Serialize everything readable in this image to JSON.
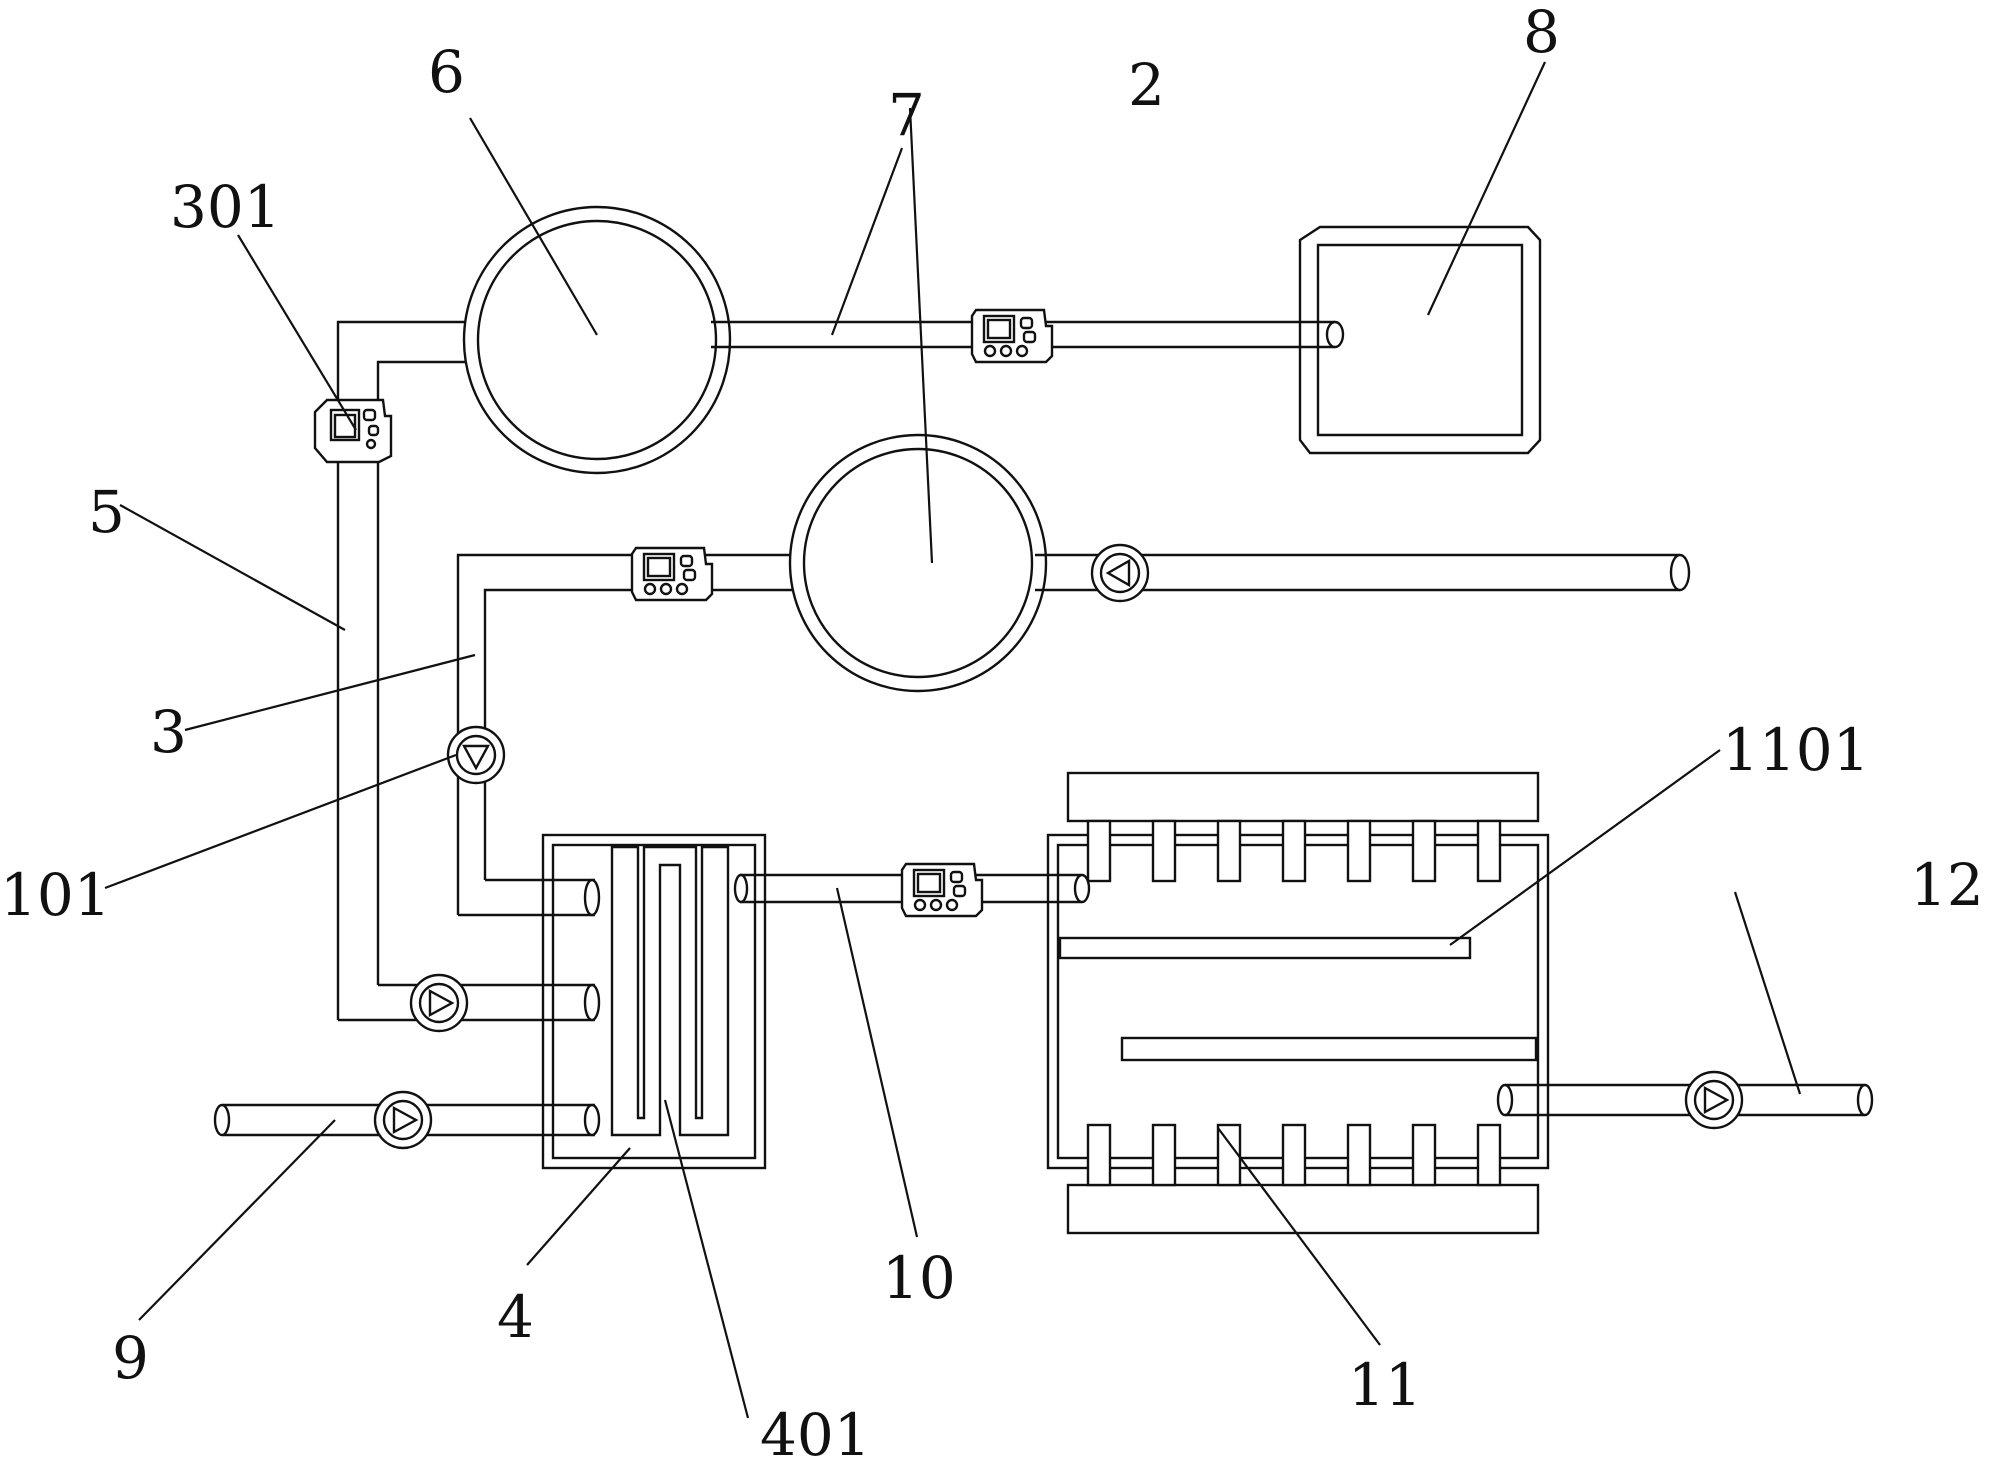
{
  "diagram": {
    "labels": {
      "l2": "2",
      "l3": "3",
      "l4": "4",
      "l5": "5",
      "l6": "6",
      "l7": "7",
      "l8": "8",
      "l9": "9",
      "l10": "10",
      "l11": "11",
      "l12": "12",
      "l101": "101",
      "l301": "301",
      "l401": "401",
      "l1101": "1101"
    },
    "components": {
      "pump": "pump-icon",
      "flow_meter": "flow-meter-icon"
    }
  }
}
